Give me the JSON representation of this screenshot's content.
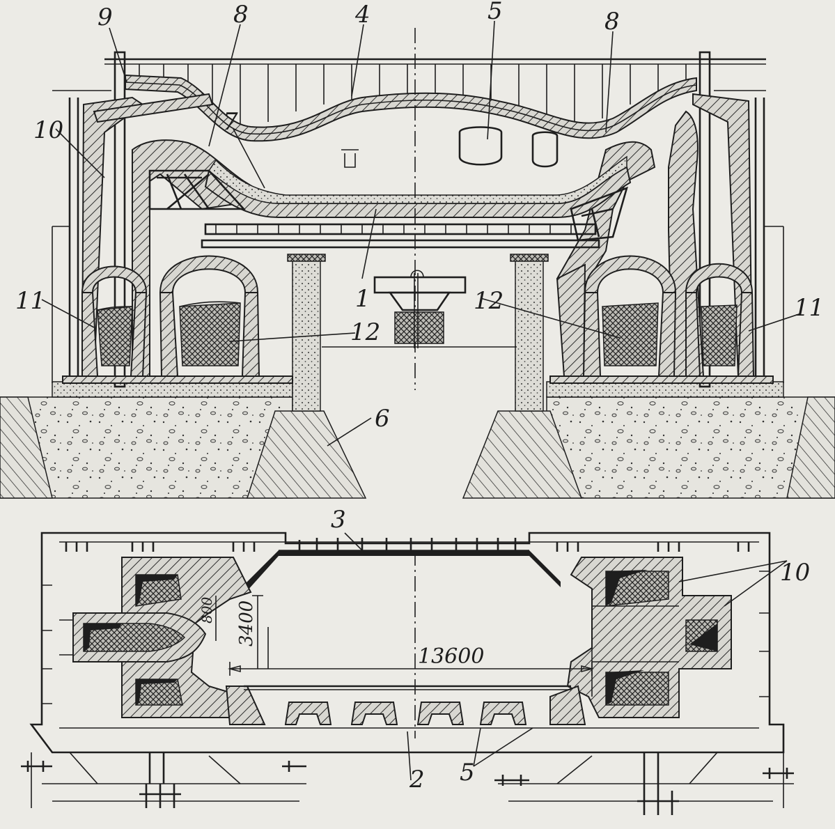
{
  "diagram": {
    "top_callouts": [
      "9",
      "8",
      "4",
      "5",
      "8",
      "10",
      "7",
      "11",
      "1",
      "12",
      "12",
      "11",
      "6"
    ],
    "bottom_callouts": [
      "3",
      "10",
      "2",
      "5"
    ],
    "dimensions": {
      "length": "13600",
      "width": "3400",
      "port": "800"
    }
  }
}
